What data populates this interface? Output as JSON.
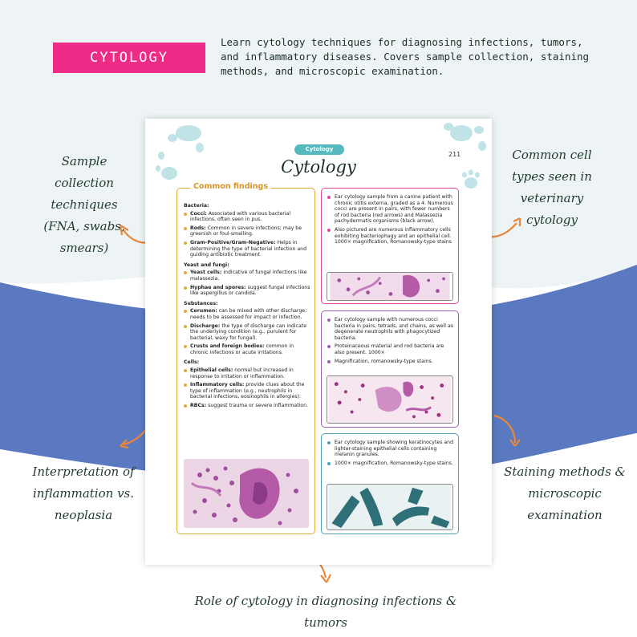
{
  "tag_label": "CYTOLOGY",
  "intro_text": "Learn cytology techniques for diagnosing infections, tumors, and inflammatory diseases. Covers sample collection, staining methods, and microscopic examination.",
  "callouts": {
    "sample_collection": "Sample collection techniques (FNA, swabs, smears)",
    "cell_types": "Common cell types seen in veterinary cytology",
    "interpretation": "Interpretation of inflammation vs. neoplasia",
    "staining": "Staining methods & microscopic examination",
    "role": "Role of cytology in diagnosing infections & tumors"
  },
  "sheet": {
    "pill": "Cytology",
    "page_number": "211",
    "title": "Cytology",
    "common_findings": {
      "heading": "Common findings",
      "sections": [
        {
          "title": "Bacteria:",
          "items": [
            {
              "term": "Cocci:",
              "text": "Associated with various bacterial infections, often seen in pus."
            },
            {
              "term": "Rods:",
              "text": "Common in severe infections; may be greenish or foul-smelling."
            },
            {
              "term": "Gram-Positive/Gram-Negative:",
              "text": "Helps in determining the type of bacterial infection and guiding antibiotic treatment."
            }
          ]
        },
        {
          "title": "Yeast and fungi:",
          "items": [
            {
              "term": "Yeast cells:",
              "text": "indicative of fungal infections like malassezia."
            },
            {
              "term": "Hyphae and spores:",
              "text": "suggest fungal infections like aspergillus or candida."
            }
          ]
        },
        {
          "title": "Substances:",
          "items": [
            {
              "term": "Cerumen:",
              "text": "can be mixed with other discharge; needs to be assessed for impact or infection."
            },
            {
              "term": "Discharge:",
              "text": "the type of discharge can indicate the underlying condition (e.g., purulent for bacterial, waxy for fungal)."
            },
            {
              "term": "Crusts and foreign bodies:",
              "text": "common in chronic infections or acute irritations."
            }
          ]
        },
        {
          "title": "Cells:",
          "items": [
            {
              "term": "Epithelial cells:",
              "text": "normal but increased in response to irritation or inflammation."
            },
            {
              "term": "Inflammatory cells:",
              "text": "provide clues about the type of inflammation (e.g., neutrophils in bacterial infections, eosinophils in allergies)."
            },
            {
              "term": "RBCs:",
              "text": "suggest trauma or severe inflammation."
            }
          ]
        }
      ]
    },
    "right_boxes": [
      {
        "color": "#e0489a",
        "items": [
          "Ear cytology sample from a canine patient with chronic otitis externa, graded as a 4. Numerous cocci are present in pairs, with fewer numbers of rod bacteria (red arrows) and Malassezia pachydermatis organisms (black arrow).",
          "Also pictured are numerous inflammatory cells exhibiting bacteriophagy and an epithelial cell. 1000× magnification, Romanowsky-type stains"
        ]
      },
      {
        "color": "#9b5fb5",
        "items": [
          "Ear cytology sample with numerous cocci bacteria in pairs, tetrads, and chains, as well as degenerate neutrophils with phagocytized bacteria.",
          "Proteinaceous material and rod bacteria are also present. 1000×",
          "Magnification, romanowsky-type stains."
        ]
      },
      {
        "color": "#4f9fb8",
        "items": [
          "Ear cytology sample showing keratinocytes and lighter-staining epithelial cells containing melanin granules.",
          "1000× magnification, Romanowsky-type stains."
        ]
      }
    ]
  }
}
